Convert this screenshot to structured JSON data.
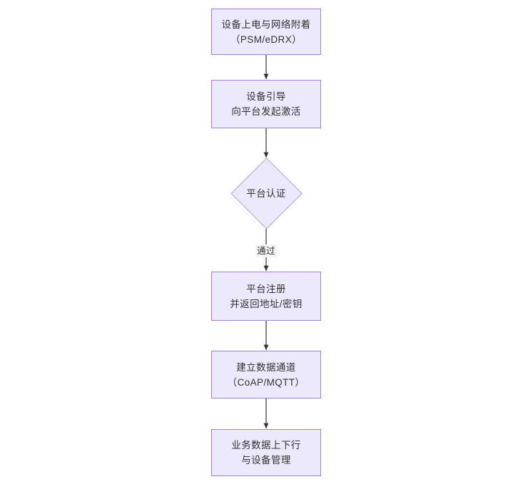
{
  "diagram": {
    "type": "flowchart",
    "orientation": "top-to-bottom",
    "title": "",
    "colors": {
      "node_fill": "#ebe9fb",
      "node_border": "#a97fd4",
      "decision_border": "#b4a0e0",
      "edge_line": "#333333",
      "text": "#333333",
      "edge_label_background": "#f4f4f4",
      "canvas_background": "#ffffff"
    },
    "nodes": [
      {
        "id": "n1",
        "shape": "rectangle",
        "label": "设备上电与网络附着\n（PSM/eDRX）",
        "line1": "设备上电与网络附着",
        "line2": "（PSM/eDRX）"
      },
      {
        "id": "n2",
        "shape": "rectangle",
        "label": "设备引导\n向平台发起激活",
        "line1": "设备引导",
        "line2": "向平台发起激活"
      },
      {
        "id": "n3",
        "shape": "diamond",
        "label": "平台认证",
        "line1": "平台认证",
        "line2": ""
      },
      {
        "id": "n4",
        "shape": "rectangle",
        "label": "平台注册\n并返回地址/密钥",
        "line1": "平台注册",
        "line2": "并返回地址/密钥"
      },
      {
        "id": "n5",
        "shape": "rectangle",
        "label": "建立数据通道\n（CoAP/MQTT）",
        "line1": "建立数据通道",
        "line2": "（CoAP/MQTT）"
      },
      {
        "id": "n6",
        "shape": "rectangle",
        "label": "业务数据上下行\n与设备管理",
        "line1": "业务数据上下行",
        "line2": "与设备管理"
      }
    ],
    "edges": [
      {
        "id": "e1",
        "from": "n1",
        "to": "n2",
        "label": ""
      },
      {
        "id": "e2",
        "from": "n2",
        "to": "n3",
        "label": ""
      },
      {
        "id": "e3",
        "from": "n3",
        "to": "n4",
        "label": "通过"
      },
      {
        "id": "e4",
        "from": "n4",
        "to": "n5",
        "label": ""
      },
      {
        "id": "e5",
        "from": "n5",
        "to": "n6",
        "label": ""
      }
    ]
  }
}
